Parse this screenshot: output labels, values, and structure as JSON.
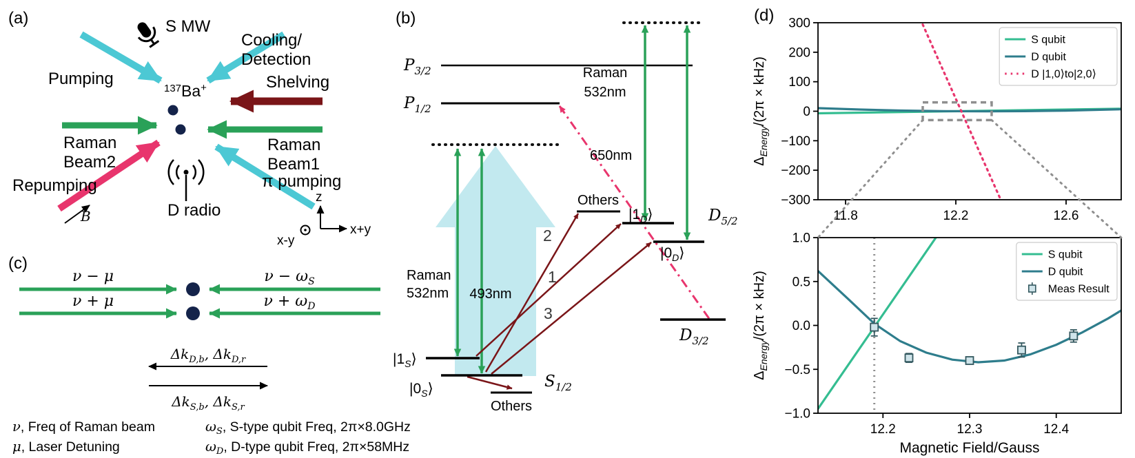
{
  "colors": {
    "cyan": "#4cc8d4",
    "green": "#2aa158",
    "dark_red": "#7a1518",
    "pink": "#e8356d",
    "ion": "#14234a",
    "light_cyan": "#c2e9ef",
    "s_qubit_green": "#34bd91",
    "d_qubit_teal": "#2e7d8c",
    "meas_fill": "#cfe4ea",
    "meas_edge": "#33585f",
    "zoom_gray": "#8f8f8f"
  },
  "panel_a": {
    "label": "(a)",
    "s_mw": "S MW",
    "pumping": "Pumping",
    "cooling1": "Cooling/",
    "cooling2": "Detection",
    "shelving": "Shelving",
    "ion_iso": "137",
    "ion_elem": "Ba",
    "ion_charge": "+",
    "raman2a": "Raman",
    "raman2b": "Beam2",
    "raman1a": "Raman",
    "raman1b": "Beam1",
    "repumping": "Repumping",
    "pi_pumping": "π pumping",
    "d_radio": "D radio",
    "b_label": "B",
    "axis_z": "z",
    "axis_xpy": "x+y",
    "axis_xmy": "x-y"
  },
  "panel_b": {
    "label": "(b)",
    "p32": "P",
    "p32s": "3/2",
    "p12": "P",
    "p12s": "1/2",
    "raman_l1": "Raman",
    "raman_l2": "532nm",
    "raman_r1": "Raman",
    "raman_r2": "532nm",
    "nm650": "650nm",
    "nm493": "493nm",
    "others_top": "Others",
    "others_bot": "Others",
    "k1d_a": "|1",
    "k1d_s": "D",
    "k1d_b": "⟩",
    "k0d_a": "|0",
    "k0d_s": "D",
    "k0d_b": "⟩",
    "d52": "D",
    "d52s": "5/2",
    "d32": "D",
    "d32s": "3/2",
    "k1s_a": "|1",
    "k1s_s": "S",
    "k1s_b": "⟩",
    "k0s_a": "|0",
    "k0s_s": "S",
    "k0s_b": "⟩",
    "s12": "S",
    "s12s": "1/2",
    "n1": "1",
    "n2": "2",
    "n3": "3"
  },
  "panel_c": {
    "label": "(c)",
    "nu_minus_mu": "ν − μ",
    "nu_minus_w": "ν − ω",
    "nu_minus_ws": "S",
    "nu_plus_mu": "ν + μ",
    "nu_plus_w": "ν + ω",
    "nu_plus_ws": "D",
    "dk_d1": "Δk",
    "dk_d1s": "D,b",
    "dk_d2": ", Δk",
    "dk_d2s": "D,r",
    "dk_s1": "Δk",
    "dk_s1s": "S,b",
    "dk_s2": ", Δk",
    "dk_s2s": "S,r",
    "leg_nu_sym": "ν",
    "leg_nu_rest": ", Freq of Raman beam",
    "leg_mu_sym": "μ",
    "leg_mu_rest": ", Laser Detuning",
    "leg_ws_sym": "ω",
    "leg_ws_sub": "S",
    "leg_ws_rest": ", S-type qubit Freq, 2π×8.0GHz",
    "leg_wd_sym": "ω",
    "leg_wd_sub": "D",
    "leg_wd_rest": ", D-type qubit Freq, 2π×58MHz"
  },
  "panel_d": {
    "label": "(d)"
  },
  "chart_data": [
    {
      "type": "line",
      "ylabel_parts": {
        "pre": "Δ",
        "sub": "Energy",
        "post": "/(2π × kHz)"
      },
      "xlim": [
        11.7,
        12.8
      ],
      "ylim": [
        -300,
        300
      ],
      "xticks": [
        11.8,
        12.2,
        12.6
      ],
      "xtick_labels": [
        "11.8",
        "12.2",
        "12.6"
      ],
      "yticks": [
        -300,
        -200,
        -100,
        0,
        100,
        200,
        300
      ],
      "ytick_labels": [
        "−300",
        "−200",
        "−100",
        "0",
        "100",
        "200",
        "300"
      ],
      "grid": false,
      "legend_position": "upper right",
      "series": [
        {
          "name": "S qubit",
          "color": "#34bd91",
          "dash": null,
          "points": [
            [
              11.7,
              -7
            ],
            [
              12.8,
              8.7
            ]
          ]
        },
        {
          "name": "D qubit",
          "color": "#2e7d8c",
          "dash": null,
          "points": [
            [
              11.7,
              10.4
            ],
            [
              11.85,
              5.8
            ],
            [
              12.0,
              2.4
            ],
            [
              12.15,
              0.3
            ],
            [
              12.31,
              -0.4
            ],
            [
              12.45,
              0.2
            ],
            [
              12.6,
              2.0
            ],
            [
              12.8,
              6.6
            ]
          ]
        },
        {
          "name": "D |1,0⟩to|2,0⟩",
          "color": "#e8356d",
          "dash": "2.5 6",
          "points": [
            [
              12.08,
              294
            ],
            [
              12.36,
              -294
            ]
          ]
        }
      ],
      "legend": [
        {
          "label": "S qubit",
          "color": "#34bd91"
        },
        {
          "label": "D qubit",
          "color": "#2e7d8c"
        },
        {
          "label": "D |1,0⟩to|2,0⟩",
          "color": "#e8356d",
          "dash": "2.5 6"
        }
      ],
      "zoom_rect": {
        "x": [
          12.08,
          12.33
        ],
        "y": [
          -30,
          30
        ]
      }
    },
    {
      "type": "line+errorbar",
      "xlabel": "Magnetic Field/Gauss",
      "ylabel_parts": {
        "pre": "Δ",
        "sub": "Energy",
        "post": "/(2π × kHz)"
      },
      "xlim": [
        12.125,
        12.475
      ],
      "ylim": [
        -1.0,
        1.0
      ],
      "xticks": [
        12.2,
        12.3,
        12.4
      ],
      "xtick_labels": [
        "12.2",
        "12.3",
        "12.4"
      ],
      "yticks": [
        -1.0,
        -0.5,
        0.0,
        0.5,
        1.0
      ],
      "ytick_labels": [
        "−1.0",
        "−0.5",
        "0.0",
        "0.5",
        "1.0"
      ],
      "grid": false,
      "legend_position": "upper right",
      "series": [
        {
          "name": "S qubit",
          "color": "#34bd91",
          "dash": null,
          "points": [
            [
              12.125,
              -0.95
            ],
            [
              12.275,
              1.2
            ]
          ]
        },
        {
          "name": "D qubit",
          "color": "#2e7d8c",
          "dash": null,
          "points": [
            [
              12.125,
              0.62
            ],
            [
              12.16,
              0.3
            ],
            [
              12.19,
              0.02
            ],
            [
              12.22,
              -0.18
            ],
            [
              12.25,
              -0.31
            ],
            [
              12.28,
              -0.39
            ],
            [
              12.31,
              -0.42
            ],
            [
              12.34,
              -0.4
            ],
            [
              12.37,
              -0.33
            ],
            [
              12.4,
              -0.22
            ],
            [
              12.43,
              -0.08
            ],
            [
              12.46,
              0.08
            ],
            [
              12.475,
              0.17
            ]
          ]
        }
      ],
      "measurements": {
        "name": "Meas Result",
        "fill": "#cfe4ea",
        "edge": "#33585f",
        "points": [
          [
            12.19,
            -0.02,
            0.1
          ],
          [
            12.23,
            -0.37,
            0.05
          ],
          [
            12.3,
            -0.4,
            0.035
          ],
          [
            12.36,
            -0.28,
            0.08
          ],
          [
            12.42,
            -0.12,
            0.07
          ]
        ]
      },
      "legend": [
        {
          "label": "S qubit",
          "color": "#34bd91"
        },
        {
          "label": "D qubit",
          "color": "#2e7d8c"
        },
        {
          "label": "Meas Result",
          "marker": "square"
        }
      ],
      "vline": {
        "x": 12.19,
        "color": "#8f8f8f"
      }
    }
  ]
}
